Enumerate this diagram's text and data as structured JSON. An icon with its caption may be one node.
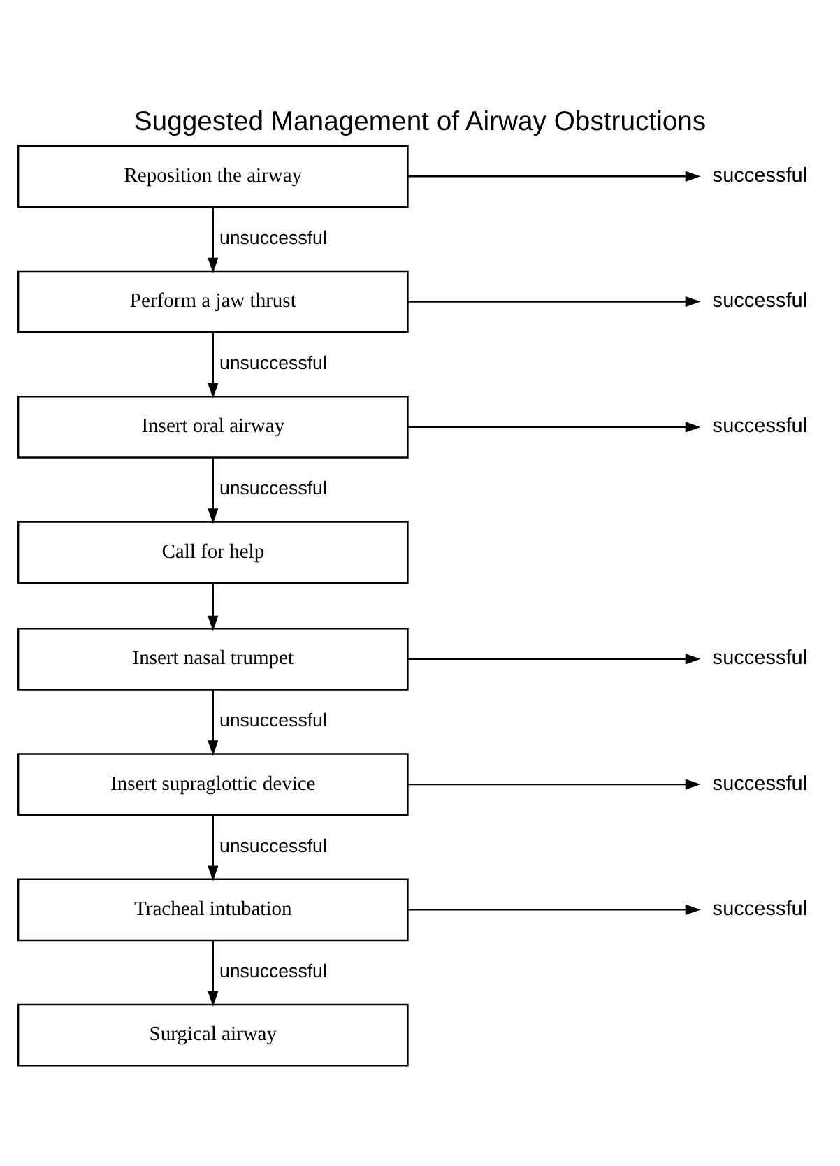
{
  "diagram": {
    "title": "Suggested Management of Airway Obstructions",
    "nodes": [
      {
        "text": [
          "Reposition the airway"
        ]
      },
      {
        "text": [
          "successful"
        ]
      },
      {
        "text": [
          "Perform a jaw thrust"
        ]
      },
      {
        "text": [
          "successful"
        ]
      },
      {
        "text": [
          "Insert oral airway"
        ]
      },
      {
        "text": [
          "successful"
        ]
      },
      {
        "text": [
          "Call for help"
        ]
      },
      {
        "text": [
          "Insert nasal trumpet"
        ]
      },
      {
        "text": [
          "successful"
        ]
      },
      {
        "text": [
          "Insert supraglottic device"
        ]
      },
      {
        "text": [
          "successful"
        ]
      },
      {
        "text": [
          "Tracheal intubation"
        ]
      },
      {
        "text": [
          "successful"
        ]
      },
      {
        "text": [
          "Surgical airway"
        ]
      }
    ],
    "edges": [
      {
        "from": 0,
        "to": 1,
        "arrow": "to"
      },
      {
        "from": 0,
        "to": 2,
        "arrow": "to",
        "label": "unsuccessful"
      },
      {
        "from": 2,
        "to": 3,
        "arrow": "to"
      },
      {
        "from": 2,
        "to": 4,
        "arrow": "to",
        "label": "unsuccessful"
      },
      {
        "from": 4,
        "to": 5,
        "arrow": "to"
      },
      {
        "from": 4,
        "to": 6,
        "arrow": "to",
        "label": "unsuccessful"
      },
      {
        "from": 6,
        "to": 7,
        "arrow": "to"
      },
      {
        "from": 7,
        "to": 8,
        "arrow": "to"
      },
      {
        "from": 7,
        "to": 9,
        "arrow": "to",
        "label": "unsuccessful"
      },
      {
        "from": 9,
        "to": 10,
        "arrow": "to"
      },
      {
        "from": 9,
        "to": 11,
        "arrow": "to",
        "label": "unsuccessful"
      },
      {
        "from": 11,
        "to": 12,
        "arrow": "to"
      },
      {
        "from": 11,
        "to": 13,
        "arrow": "to",
        "label": "unsuccessful"
      }
    ]
  }
}
